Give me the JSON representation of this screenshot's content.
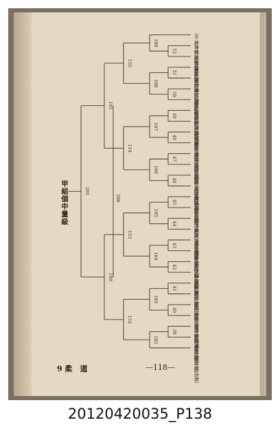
{
  "title": "甲組個中量級",
  "footer": {
    "section": "9 柔　道",
    "page": "—118—"
  },
  "caption": "20120420035_P138",
  "entries": [
    {
      "n": "1",
      "text": "林國祥（台南縣）"
    },
    {
      "n": "2",
      "text": "陳輝榮（高雄縣）"
    },
    {
      "n": "3",
      "text": "何俊銘（台北縣）"
    },
    {
      "n": "4",
      "text": "蔡坤明（桃園縣）"
    },
    {
      "n": "5",
      "text": "莊國勝（台中市）"
    },
    {
      "n": "6",
      "text": "吳永佳（台南市）"
    },
    {
      "n": "7",
      "text": "劉建晟（南投市）"
    },
    {
      "n": "8",
      "text": "黃啟宗（彰化縣）"
    },
    {
      "n": "9",
      "text": "杜定宏（嘉義縣）"
    },
    {
      "n": "10",
      "text": "葉永峰（雲林縣）"
    },
    {
      "n": "11",
      "text": "陳俊龍（高雄市）"
    },
    {
      "n": "12",
      "text": "王中和（苗栗縣）"
    },
    {
      "n": "13",
      "text": "許文貴（屏東縣）"
    },
    {
      "n": "14",
      "text": "洪忠信（台北市）"
    },
    {
      "n": "15",
      "text": "張耀東（新竹縣）"
    },
    {
      "n": "16",
      "text": "林春源（台東縣）"
    },
    {
      "n": "17",
      "text": "曾　宏（宜蘭縣）"
    },
    {
      "n": "18",
      "text": "謝明順（花蓮縣）"
    },
    {
      "n": "19",
      "text": "黃國貴（基隆市）"
    },
    {
      "n": "20",
      "text": "洪智銘（澎湖縣）"
    },
    {
      "n": "21",
      "text": "陳振雄（新竹市）"
    },
    {
      "n": "22",
      "text": "李俊良（台中縣）"
    },
    {
      "n": "23",
      "text": "蔡志清（桃園縣）"
    },
    {
      "n": "24",
      "text": "吳建興（台北縣）"
    },
    {
      "n": "25",
      "text": "王武祥（高雄縣）"
    },
    {
      "n": "26",
      "text": "郭仲平（嘉義市）"
    },
    {
      "n": "27",
      "text": "呂正成（台南縣）"
    },
    {
      "n": "28",
      "text": "蘇國章（彰化縣）"
    },
    {
      "n": "29",
      "text": "楊世雄（屏東縣）"
    },
    {
      "n": "30",
      "text": "黃清發（台中市）"
    }
  ],
  "matches": [
    {
      "id": "39",
      "a": "2",
      "b": "3"
    },
    {
      "id": "40",
      "a": "4",
      "b": "5"
    },
    {
      "id": "41",
      "a": "6",
      "b": "7"
    },
    {
      "id": "42",
      "a": "8",
      "b": "9"
    },
    {
      "id": "43",
      "a": "10",
      "b": "11"
    },
    {
      "id": "44",
      "a": "12",
      "b": "13"
    },
    {
      "id": "45",
      "a": "14",
      "b": "15"
    },
    {
      "id": "46",
      "a": "16",
      "b": "17"
    },
    {
      "id": "47",
      "a": "18",
      "b": "19"
    },
    {
      "id": "48",
      "a": "20",
      "b": "21"
    },
    {
      "id": "49",
      "a": "22",
      "b": "23"
    },
    {
      "id": "50",
      "a": "24",
      "b": "25"
    },
    {
      "id": "51",
      "a": "26",
      "b": "27"
    },
    {
      "id": "52",
      "a": "28",
      "b": "29"
    },
    {
      "id": "102",
      "a": "1",
      "b": "39"
    },
    {
      "id": "103",
      "a": "40",
      "b": "41"
    },
    {
      "id": "104",
      "a": "42",
      "b": "43"
    },
    {
      "id": "105",
      "a": "44",
      "b": "45"
    },
    {
      "id": "106",
      "a": "46",
      "b": "47"
    },
    {
      "id": "107",
      "a": "48",
      "b": "49"
    },
    {
      "id": "108",
      "a": "50",
      "b": "51"
    },
    {
      "id": "109",
      "a": "52",
      "b": "30"
    },
    {
      "id": "152",
      "a": "102",
      "b": "103"
    },
    {
      "id": "153",
      "a": "104",
      "b": "105"
    },
    {
      "id": "154",
      "a": "106",
      "b": "107"
    },
    {
      "id": "155",
      "a": "108",
      "b": "109"
    },
    {
      "id": "180",
      "a": "152",
      "b": "153"
    },
    {
      "id": "181",
      "a": "154",
      "b": "155"
    },
    {
      "id": "201",
      "a": "180",
      "b": "181"
    },
    {
      "id": "200",
      "a": "180",
      "b": "181"
    }
  ]
}
